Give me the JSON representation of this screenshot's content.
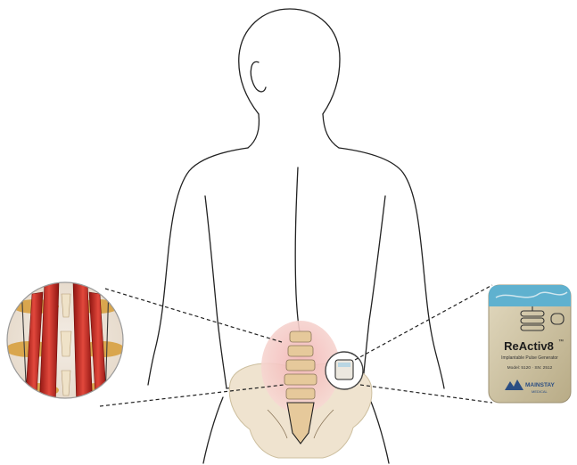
{
  "device": {
    "brand": "ReActiv8",
    "trademark": "™",
    "subtitle": "Implantable Pulse Generator",
    "model_line": "Model: 5120 · SN: 2512",
    "maker_logo_text": "MAINSTAY",
    "maker_sub": "MEDICAL"
  },
  "colors": {
    "outline": "#222222",
    "muscle": "#c8231f",
    "bone": "#d9b06a",
    "pelvis": "#efe3cf",
    "device_body": "#d2c7a6",
    "device_top": "#5fb1cf"
  }
}
